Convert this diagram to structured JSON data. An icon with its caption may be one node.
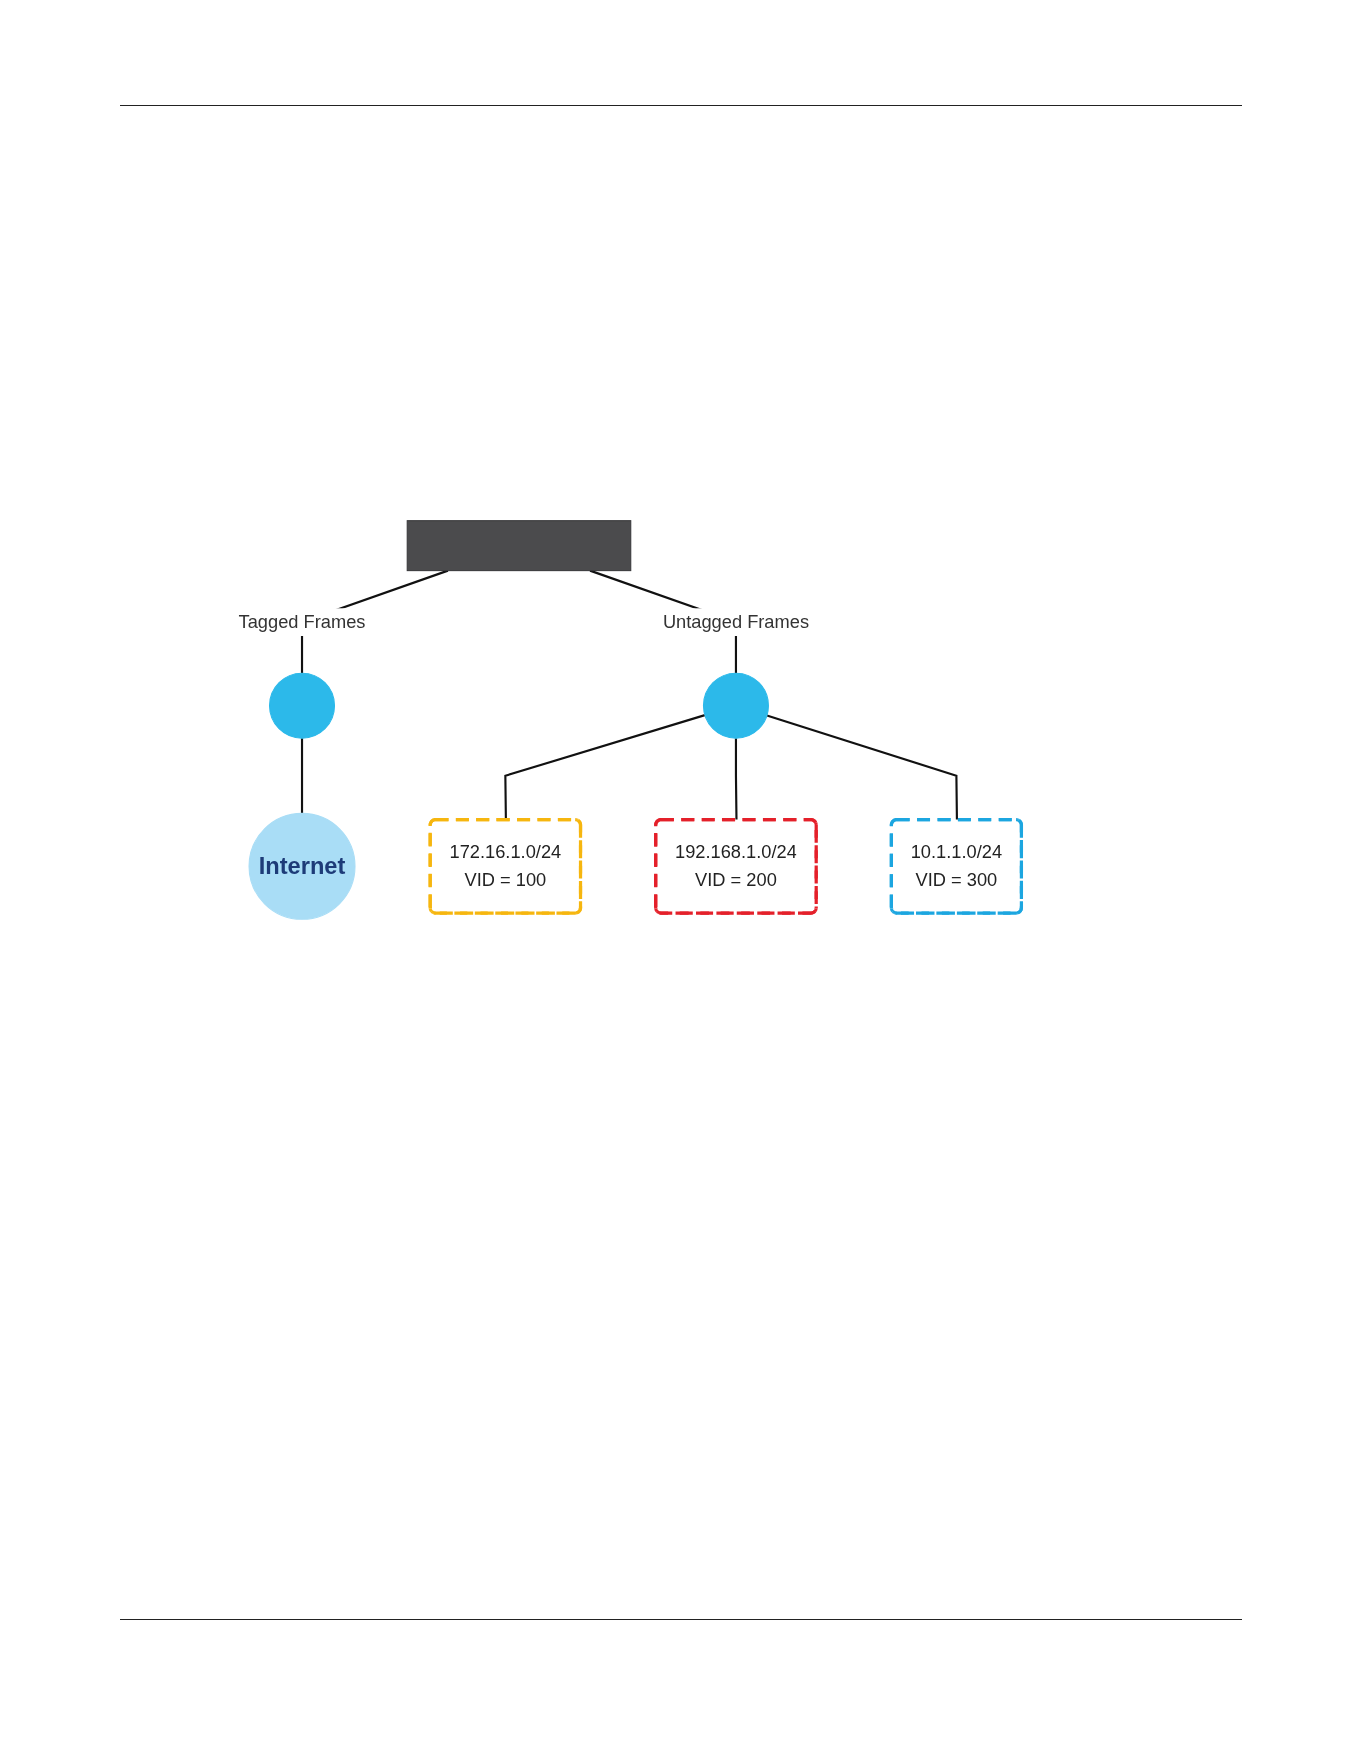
{
  "diagram": {
    "nodes": [
      {
        "text": [],
        "shape": "bar"
      },
      {
        "text": [],
        "shape": "circle"
      },
      {
        "text": [
          "Internet"
        ]
      },
      {
        "text": [],
        "shape": "circle"
      },
      {
        "text": [
          "172.16.1.0/24",
          "VID = 100"
        ]
      },
      {
        "text": [
          "192.168.1.0/24",
          "VID = 200"
        ]
      },
      {
        "text": [
          "10.1.1.0/24",
          "VID = 300"
        ]
      }
    ],
    "edges": [
      {
        "from": 0,
        "to": 1,
        "arrow": "none",
        "label": "Tagged Frames"
      },
      {
        "from": 1,
        "to": 2,
        "arrow": "none"
      },
      {
        "from": 0,
        "to": 3,
        "arrow": "none",
        "label": "Untagged Frames"
      },
      {
        "from": 3,
        "to": 4,
        "arrow": "none"
      },
      {
        "from": 3,
        "to": 5,
        "arrow": "none"
      },
      {
        "from": 3,
        "to": 6,
        "arrow": "none"
      }
    ]
  }
}
